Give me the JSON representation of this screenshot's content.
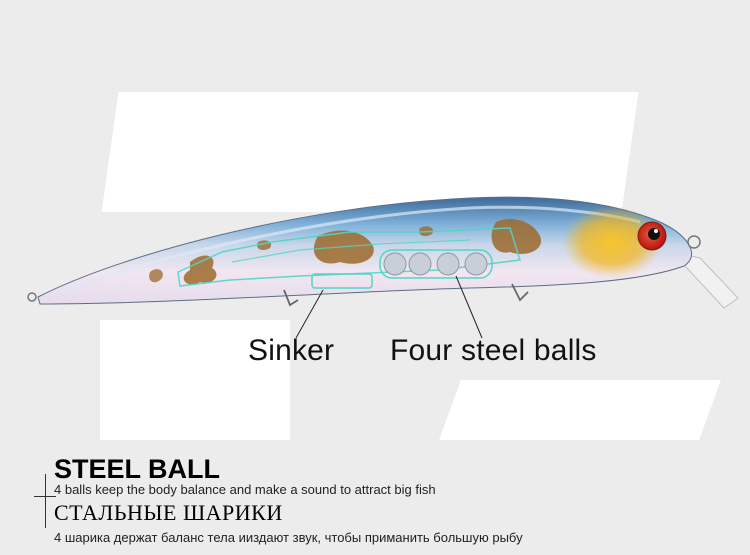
{
  "callouts": {
    "sinker": "Sinker",
    "balls": "Four steel balls"
  },
  "caption": {
    "title_en": "STEEL BALL",
    "desc_en": "4 balls keep the body balance and make a sound to attract big fish",
    "title_ru": "СТАЛЬНЫЕ ШАРИКИ",
    "desc_ru": "4 шарика держат баланс тела ииздают звук, чтобы приманить большую рыбу"
  },
  "colors": {
    "background": "#ececec",
    "lure_back": "#5f8fbf",
    "lure_belly": "#f3e9f2",
    "blotch": "#9c6a2c",
    "frame_outline": "#4fd6c6",
    "eye": "#d8281c",
    "head_glow": "#f2b51a"
  }
}
